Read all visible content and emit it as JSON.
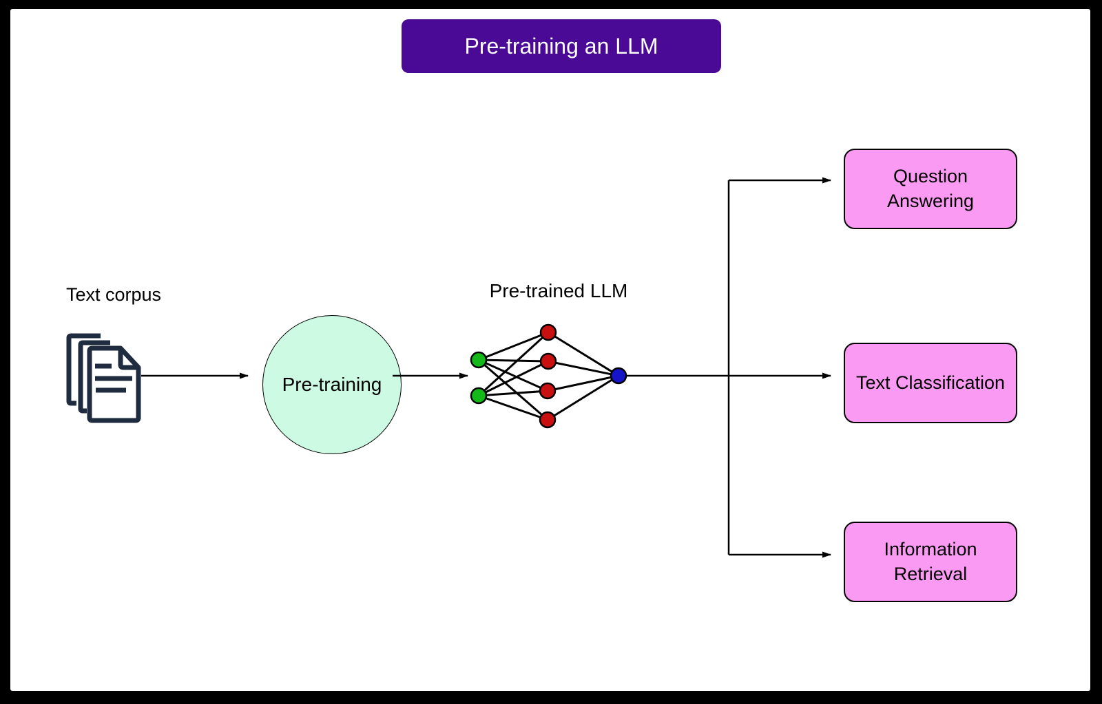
{
  "title": {
    "label": "Pre-training an LLM"
  },
  "labels": {
    "text_corpus": "Text corpus",
    "pretrained_llm": "Pre-trained LLM"
  },
  "process": {
    "label": "Pre-training"
  },
  "outputs": [
    {
      "label": "Question\nAnswering"
    },
    {
      "label": "Text Classification"
    },
    {
      "label": "Information\nRetrieval"
    }
  ],
  "network": {
    "input_nodes": 2,
    "hidden_nodes": 4,
    "output_nodes": 1,
    "input_color": "#14b919",
    "hidden_color": "#c81010",
    "output_color": "#1614c8"
  },
  "colors": {
    "banner_background": "#4b0a96",
    "banner_text": "#ffffff",
    "process_fill": "#ccfae3",
    "output_fill": "#fb9af3",
    "stroke": "#000000",
    "document_icon": "#1f2b3e",
    "frame": "#000000",
    "page_background": "#ffffff"
  }
}
